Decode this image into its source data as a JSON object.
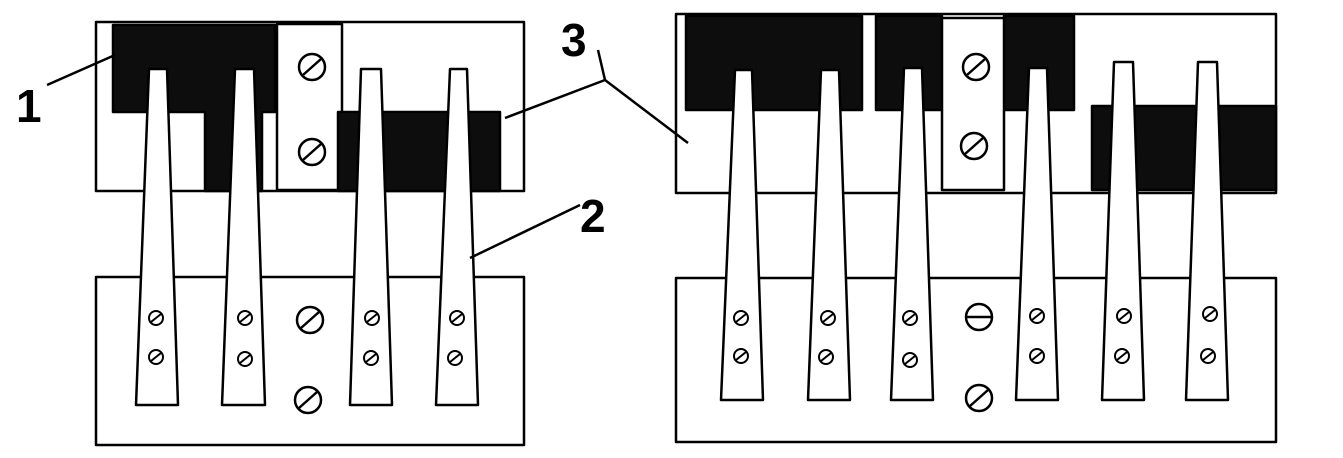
{
  "figure": {
    "callouts": [
      {
        "id": "1",
        "label": "1"
      },
      {
        "id": "2",
        "label": "2"
      },
      {
        "id": "3",
        "label": "3"
      }
    ],
    "colors": {
      "ink": "#000000",
      "paper": "#ffffff",
      "fill": "#0d0d0d"
    },
    "left_assembly": {
      "finger_count": 4,
      "upper_screws": 2,
      "lower_center_screws": 2
    },
    "right_assembly": {
      "finger_count": 6,
      "upper_screws": 2,
      "lower_center_screws": 2
    }
  }
}
